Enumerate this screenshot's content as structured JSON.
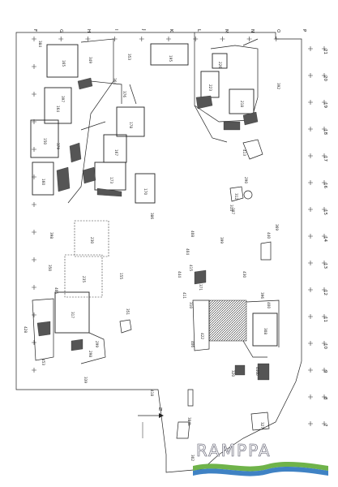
{
  "grid": {
    "letters": [
      "F",
      "G",
      "H",
      "I",
      "J",
      "K",
      "L",
      "M",
      "N",
      "O",
      "P"
    ],
    "numbers": [
      "21",
      "20",
      "19",
      "18",
      "17",
      "16",
      "15",
      "14",
      "13",
      "12",
      "11",
      "10",
      "9",
      "8",
      "7"
    ]
  },
  "rooms": [
    {
      "id": "r165",
      "label": "165"
    },
    {
      "id": "r164",
      "label": "164"
    },
    {
      "id": "r150",
      "label": "150"
    },
    {
      "id": "r160",
      "label": "160"
    },
    {
      "id": "r167",
      "label": "167"
    },
    {
      "id": "r178",
      "label": "178"
    },
    {
      "id": "r173",
      "label": "173"
    },
    {
      "id": "r170",
      "label": "170"
    },
    {
      "id": "r195",
      "label": "195"
    },
    {
      "id": "r223",
      "label": "223"
    },
    {
      "id": "r218",
      "label": "218"
    },
    {
      "id": "r226",
      "label": "226"
    },
    {
      "id": "r230",
      "label": "230"
    },
    {
      "id": "r235",
      "label": "235"
    },
    {
      "id": "r317",
      "label": "317"
    },
    {
      "id": "r308",
      "label": "308"
    }
  ],
  "labels": [
    "384",
    "349",
    "353",
    "364",
    "376",
    "397",
    "379",
    "299",
    "387",
    "386",
    "392",
    "413",
    "290",
    "312",
    "314",
    "398",
    "350",
    "405",
    "404",
    "399",
    "155",
    "408",
    "440",
    "422",
    "444",
    "430",
    "369",
    "415",
    "411",
    "371",
    "351",
    "310",
    "406",
    "428",
    "453",
    "298",
    "339",
    "320",
    "327",
    "418",
    "384b",
    "302",
    "440b",
    "400",
    "396"
  ],
  "north": {
    "letter": "N"
  },
  "logo": {
    "text": "RAMPPA"
  },
  "colors": {
    "logo_green": "#6fb34a",
    "logo_blue": "#3f82c4"
  }
}
